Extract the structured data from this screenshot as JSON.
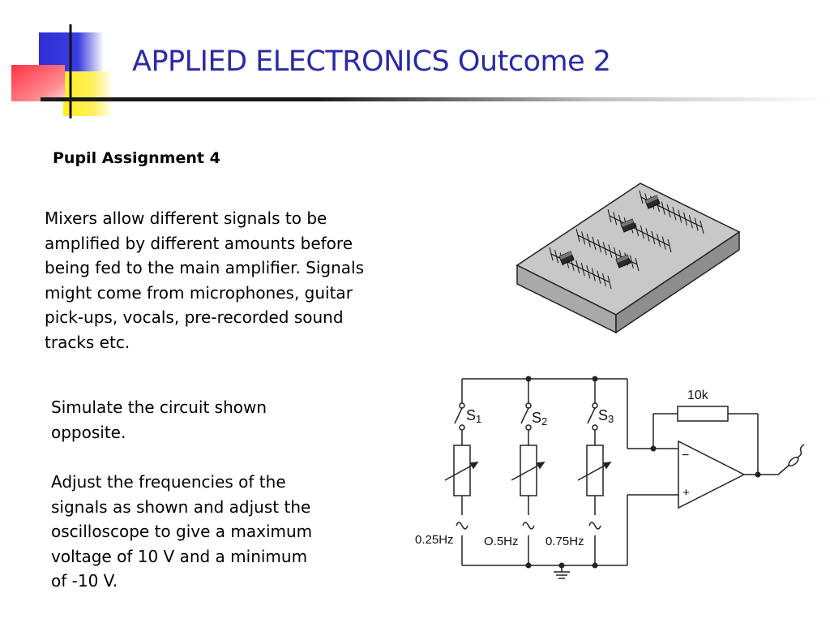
{
  "header": {
    "title": "APPLIED ELECTRONICS Outcome 2"
  },
  "content": {
    "heading": "Pupil Assignment 4",
    "intro_lines": [
      "Mixers allow different signals to be",
      "amplified by different amounts before",
      "being fed to the main amplifier.  Signals",
      "might come from microphones, guitar",
      "pick-ups, vocals, pre-recorded sound",
      "tracks etc."
    ],
    "instruction_lines": [
      "Simulate the circuit shown",
      "opposite."
    ],
    "task_lines": [
      "Adjust the frequencies of the",
      "signals as shown and adjust the",
      "oscilloscope to give a maximum",
      "voltage of 10 V and a minimum",
      "of -10 V."
    ]
  },
  "circuit": {
    "feedback_resistor": "10k",
    "switches": [
      {
        "label": "S",
        "sub": "1"
      },
      {
        "label": "S",
        "sub": "2"
      },
      {
        "label": "S",
        "sub": "3"
      }
    ],
    "frequencies": [
      "0.25Hz",
      "O.5Hz",
      "0.75Hz"
    ],
    "opamp_minus": "−",
    "opamp_plus": "+"
  },
  "colors": {
    "title": "#2a2aa8",
    "logo_blue": "#2f2fd6",
    "logo_yellow": "#ffee22",
    "logo_red": "#ff3344",
    "mixer_top": "#c8c8c8"
  }
}
